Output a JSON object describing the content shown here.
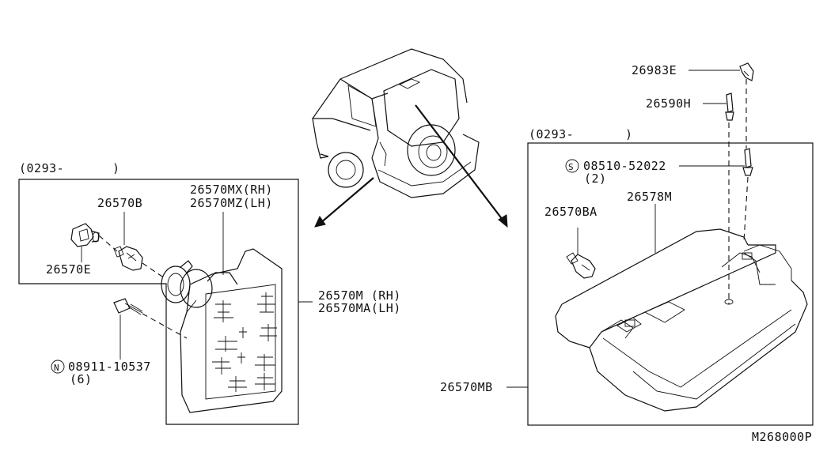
{
  "diagram_code": "M268000P",
  "left_panel": {
    "range_prefix": "(0293-",
    "range_suffix": ")",
    "parts": {
      "bulb": "26570B",
      "socket": "26570E",
      "lens_rh": "26570MX(RH)",
      "lens_lh": "26570MZ(LH)",
      "assembly_rh": "26570M (RH)",
      "assembly_lh": "26570MA(LH)",
      "nut_symbol": "N",
      "nut": "08911-10537",
      "nut_qty": "(6)"
    }
  },
  "right_panel": {
    "range_prefix": "(0293-",
    "range_suffix": ")",
    "parts": {
      "clip": "26983E",
      "screw": "26590H",
      "screw2_symbol": "S",
      "screw2": "08510-52022",
      "screw2_qty": "(2)",
      "housing": "26578M",
      "bulb": "26570BA",
      "assembly": "26570MB"
    }
  }
}
